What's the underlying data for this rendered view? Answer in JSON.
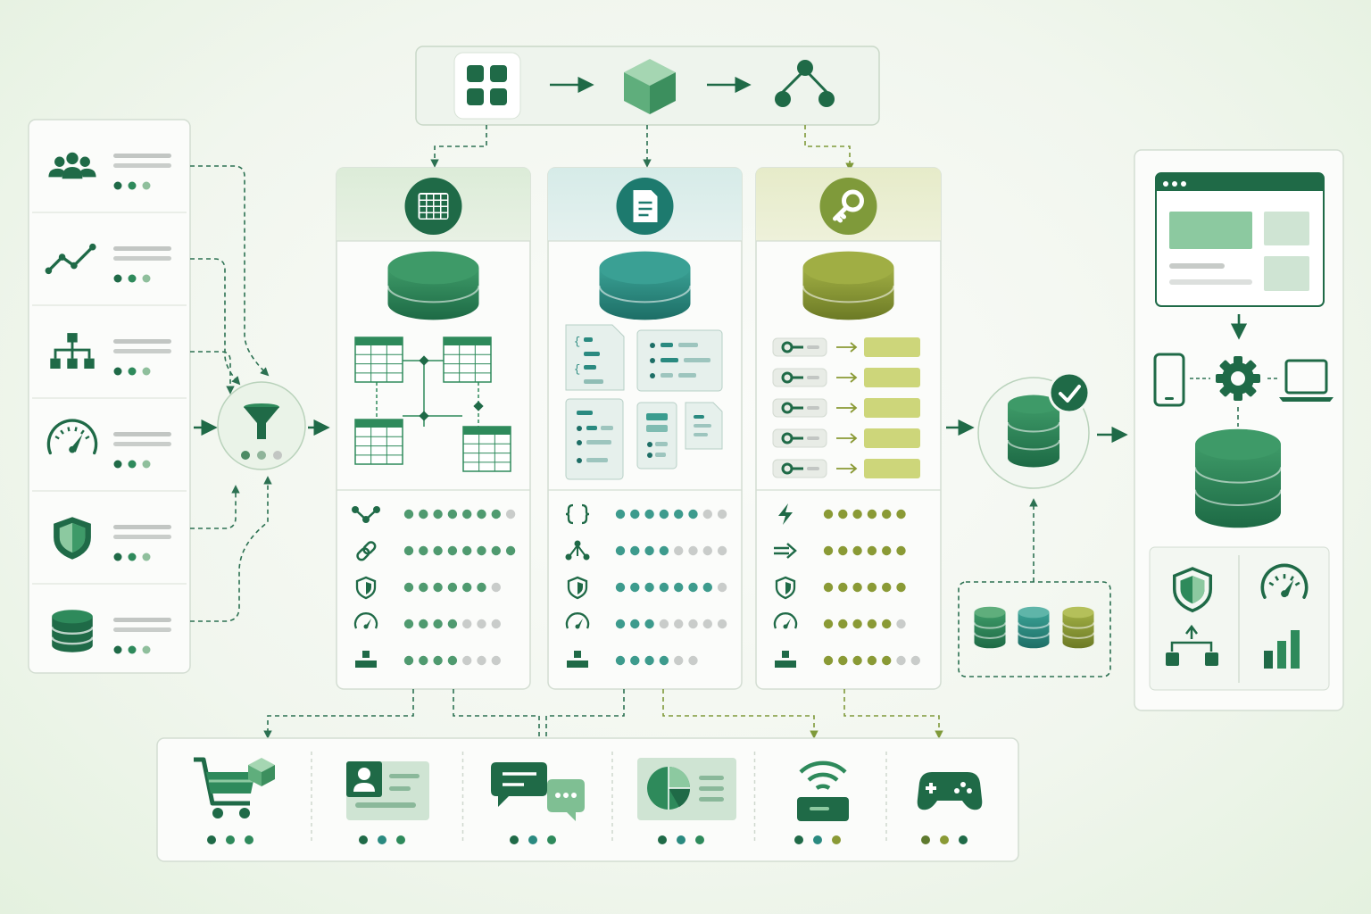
{
  "colors": {
    "dark_green": "#1f6a47",
    "green": "#2e8a5b",
    "light_green": "#8cc9a0",
    "teal": "#2a8a80",
    "olive": "#8a9a35",
    "olive_light": "#cdd67a",
    "grey": "#c2c6c3"
  },
  "sources": [
    {
      "icon": "users-icon",
      "dots": 3
    },
    {
      "icon": "line-chart-icon",
      "dots": 3
    },
    {
      "icon": "hierarchy-icon",
      "dots": 3
    },
    {
      "icon": "speedometer-icon",
      "dots": 3
    },
    {
      "icon": "shield-icon",
      "dots": 3
    },
    {
      "icon": "database-icon",
      "dots": 3
    }
  ],
  "pipeline_steps": [
    "grid-apps-icon",
    "cube-icon",
    "network-icon"
  ],
  "columns": [
    {
      "type": "relational",
      "header_icon": "table-icon",
      "accent": "#2e8a5b",
      "features": [
        {
          "icon": "graph-icon",
          "filled": 7,
          "total": 8
        },
        {
          "icon": "link-icon",
          "filled": 8,
          "total": 8
        },
        {
          "icon": "shield-icon",
          "filled": 6,
          "total": 7
        },
        {
          "icon": "speedometer-icon",
          "filled": 4,
          "total": 7
        },
        {
          "icon": "blocks-icon",
          "filled": 4,
          "total": 7
        }
      ]
    },
    {
      "type": "document",
      "header_icon": "document-icon",
      "accent": "#2a8a80",
      "features": [
        {
          "icon": "braces-icon",
          "filled": 6,
          "total": 8
        },
        {
          "icon": "network-icon",
          "filled": 4,
          "total": 8
        },
        {
          "icon": "shield-icon",
          "filled": 7,
          "total": 8
        },
        {
          "icon": "speedometer-icon",
          "filled": 3,
          "total": 8
        },
        {
          "icon": "blocks-icon",
          "filled": 4,
          "total": 6
        }
      ]
    },
    {
      "type": "key-value",
      "header_icon": "key-icon",
      "accent": "#7f9a3a",
      "features": [
        {
          "icon": "bolt-icon",
          "filled": 6,
          "total": 6
        },
        {
          "icon": "arrow-right-icon",
          "filled": 6,
          "total": 6
        },
        {
          "icon": "shield-icon",
          "filled": 6,
          "total": 6
        },
        {
          "icon": "speedometer-icon",
          "filled": 5,
          "total": 6
        },
        {
          "icon": "blocks-icon",
          "filled": 5,
          "total": 7
        }
      ]
    }
  ],
  "use_cases": [
    {
      "icon": "shopping-cart-icon",
      "dots": [
        "#1f6a47",
        "#2e8a5b",
        "#2e8a5b"
      ]
    },
    {
      "icon": "profile-card-icon",
      "dots": [
        "#1f6a47",
        "#2a8a80",
        "#2e8a5b"
      ]
    },
    {
      "icon": "chat-icon",
      "dots": [
        "#1f6a47",
        "#2a8a80",
        "#2e8a5b"
      ]
    },
    {
      "icon": "pie-chart-icon",
      "dots": [
        "#1f6a47",
        "#2a8a80",
        "#2e8a5b"
      ]
    },
    {
      "icon": "router-icon",
      "dots": [
        "#1f6a47",
        "#2a8a80",
        "#8a9a35"
      ]
    },
    {
      "icon": "gamepad-icon",
      "dots": [
        "#5e7a2e",
        "#8a9a35",
        "#1f6a47"
      ]
    }
  ],
  "hub": {
    "icon": "database-check-icon"
  },
  "store_pool": [
    "#2e8a5b",
    "#2a8a80",
    "#8a9a35"
  ],
  "apps": {
    "top": "browser-window-icon",
    "devices": [
      "mobile-icon",
      "gear-icon",
      "laptop-icon"
    ],
    "bottom": [
      "shield-icon",
      "speedometer-icon",
      "hierarchy-icon",
      "bar-chart-icon"
    ]
  }
}
